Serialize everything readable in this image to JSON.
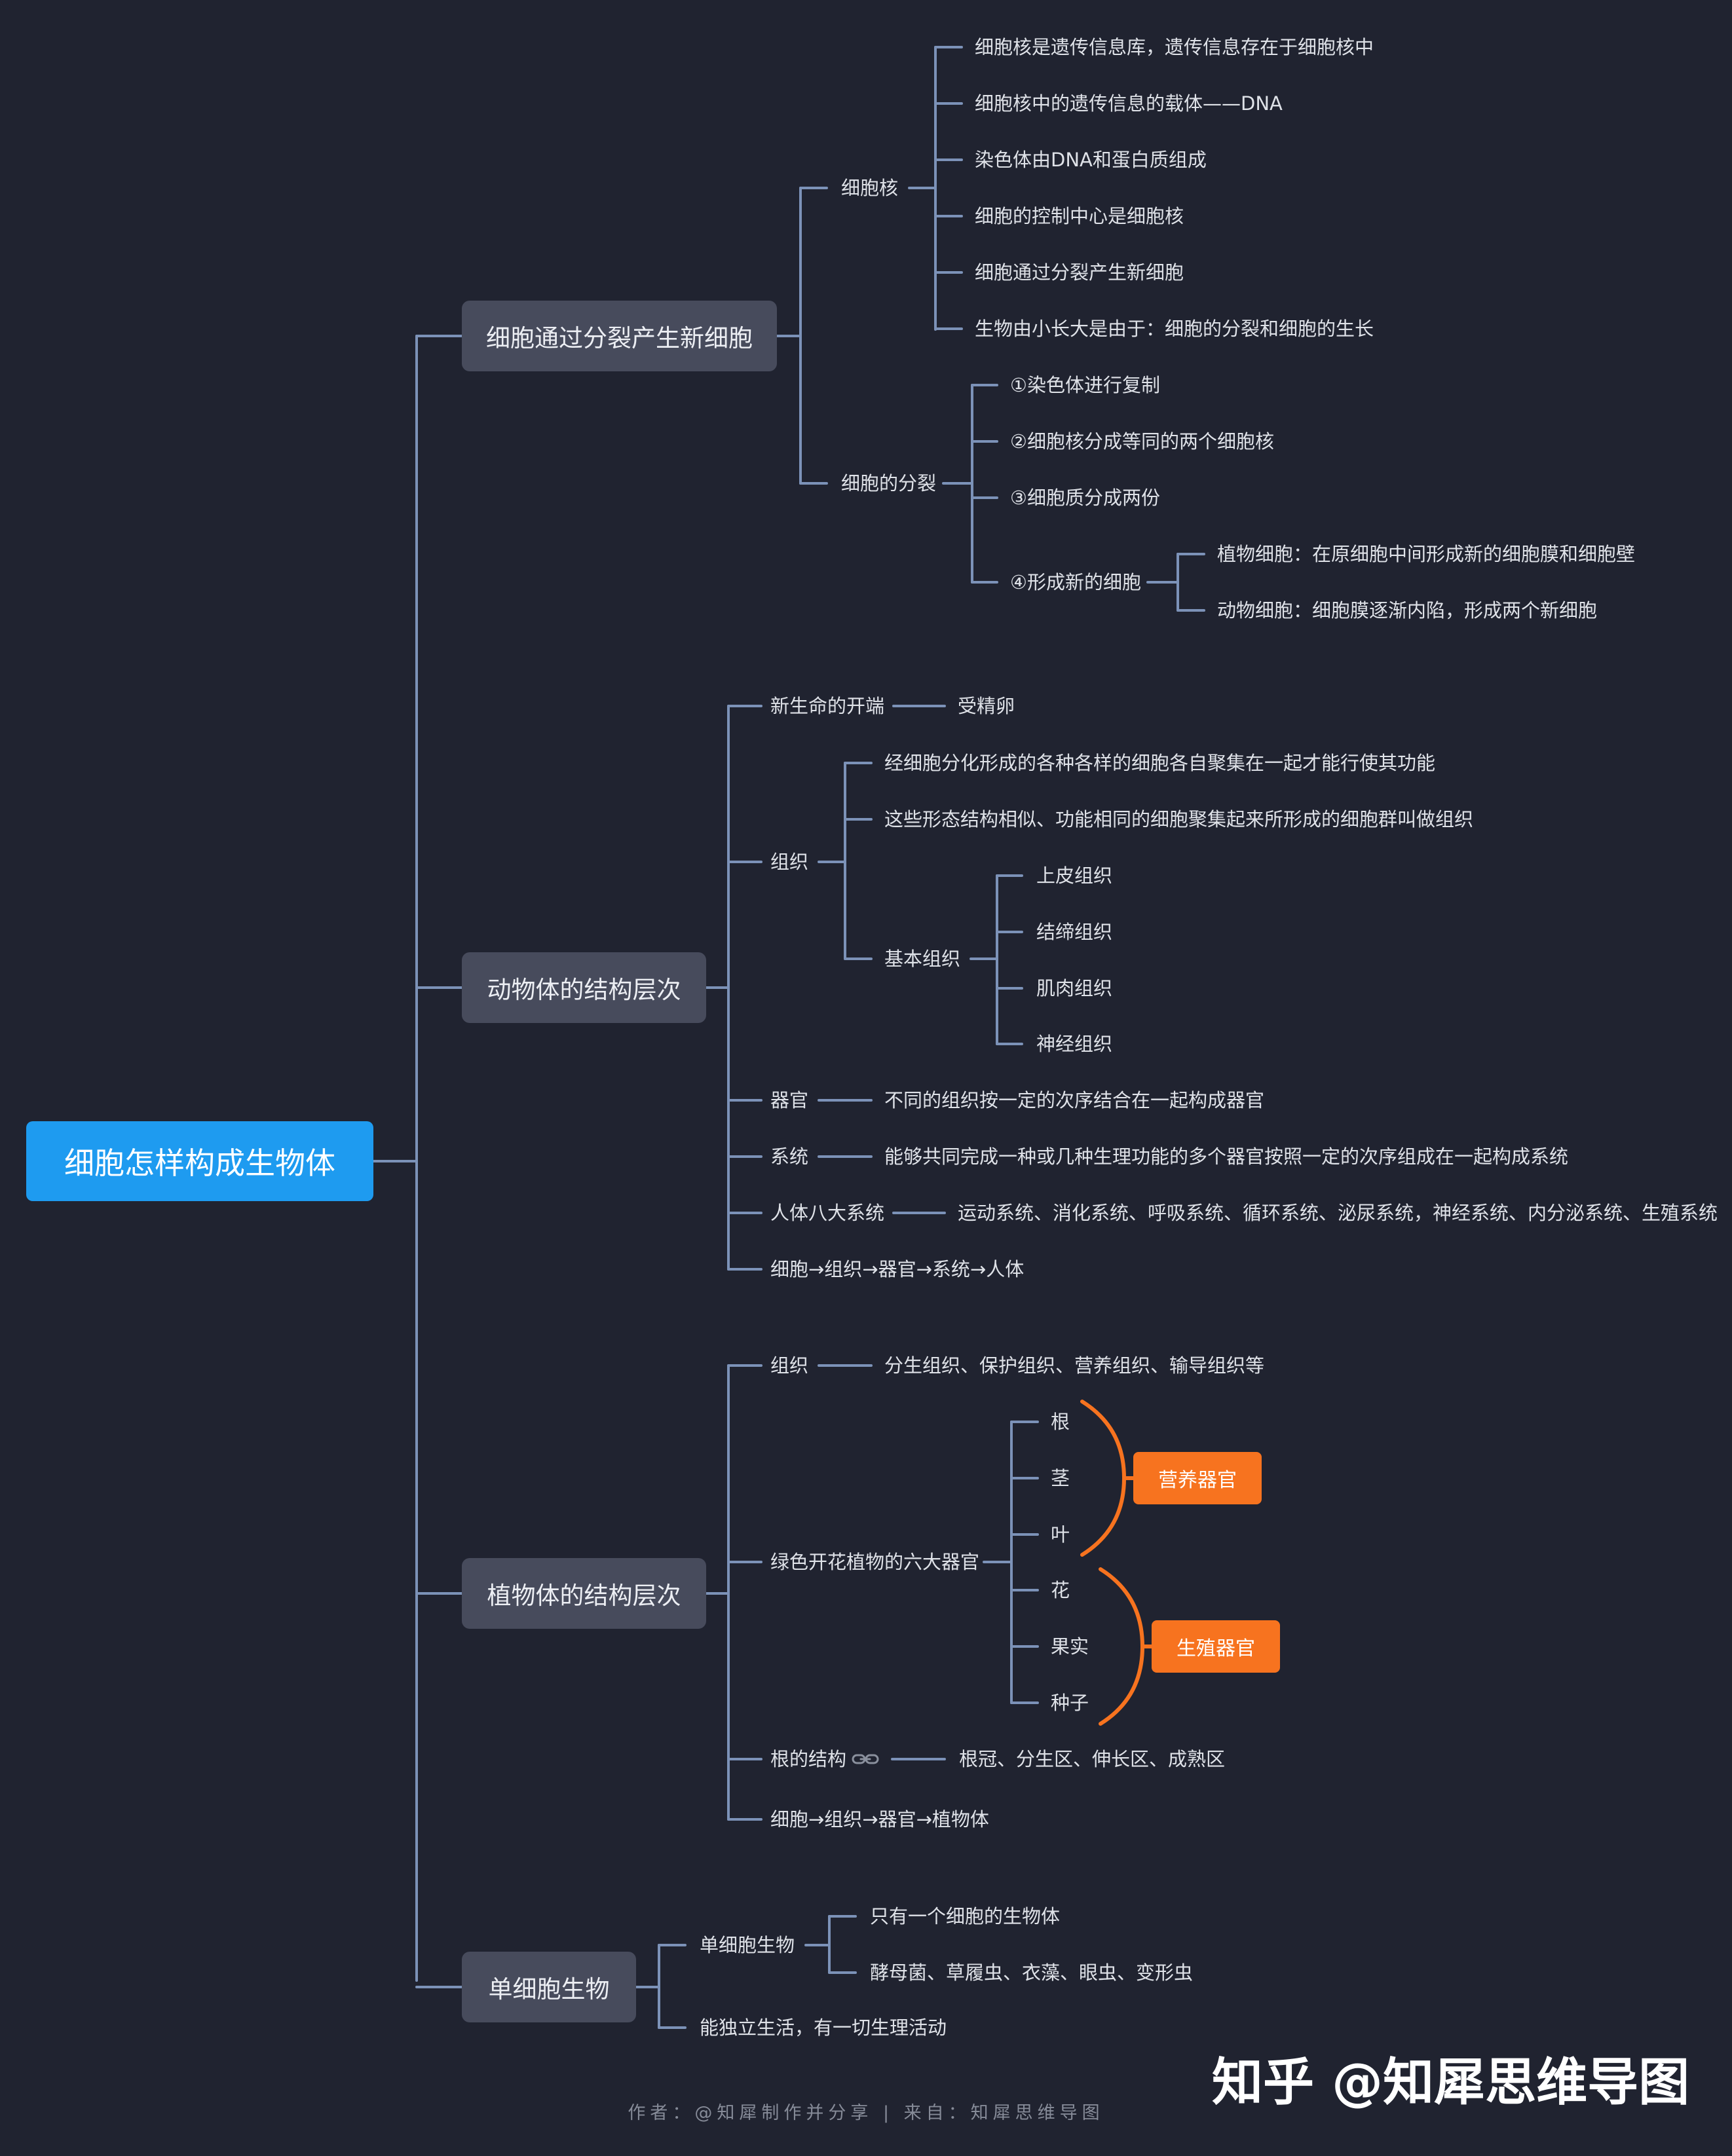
{
  "root": {
    "label": "细胞怎样构成生物体"
  },
  "colors": {
    "background": "#202330",
    "root": "#1e9bf0",
    "branch_box": "#474b5c",
    "line": "#7c92b8",
    "accent": "#f7731f"
  },
  "branches": [
    {
      "label": "细胞通过分裂产生新细胞",
      "children": [
        {
          "label": "细胞核",
          "children": [
            "细胞核是遗传信息库，遗传信息存在于细胞核中",
            "细胞核中的遗传信息的载体——DNA",
            "染色体由DNA和蛋白质组成",
            "细胞的控制中心是细胞核",
            "细胞通过分裂产生新细胞",
            "生物由小长大是由于：细胞的分裂和细胞的生长"
          ]
        },
        {
          "label": "细胞的分裂",
          "children": [
            "①染色体进行复制",
            "②细胞核分成等同的两个细胞核",
            "③细胞质分成两份",
            {
              "label": "④形成新的细胞",
              "children": [
                "植物细胞：在原细胞中间形成新的细胞膜和细胞壁",
                "动物细胞：细胞膜逐渐内陷，形成两个新细胞"
              ]
            }
          ]
        }
      ]
    },
    {
      "label": "动物体的结构层次",
      "children": [
        {
          "label": "新生命的开端",
          "value": "受精卵"
        },
        {
          "label": "组织",
          "children": [
            "经细胞分化形成的各种各样的细胞各自聚集在一起才能行使其功能",
            "这些形态结构相似、功能相同的细胞聚集起来所形成的细胞群叫做组织",
            {
              "label": "基本组织",
              "children": [
                "上皮组织",
                "结缔组织",
                "肌肉组织",
                "神经组织"
              ]
            }
          ]
        },
        {
          "label": "器官",
          "value": "不同的组织按一定的次序结合在一起构成器官"
        },
        {
          "label": "系统",
          "value": "能够共同完成一种或几种生理功能的多个器官按照一定的次序组成在一起构成系统"
        },
        {
          "label": "人体八大系统",
          "value": "运动系统、消化系统、呼吸系统、循环系统、泌尿系统，神经系统、内分泌系统、生殖系统"
        },
        {
          "label": "细胞→组织→器官→系统→人体"
        }
      ]
    },
    {
      "label": "植物体的结构层次",
      "children": [
        {
          "label": "组织",
          "value": "分生组织、保护组织、营养组织、输导组织等"
        },
        {
          "label": "绿色开花植物的六大器官",
          "children": [
            "根",
            "茎",
            "叶",
            "花",
            "果实",
            "种子"
          ],
          "groups": [
            {
              "label": "营养器官"
            },
            {
              "label": "生殖器官"
            }
          ]
        },
        {
          "label": "根的结构",
          "link_icon": "link-icon",
          "value": "根冠、分生区、伸长区、成熟区"
        },
        {
          "label": "细胞→组织→器官→植物体"
        }
      ]
    },
    {
      "label": "单细胞生物",
      "children": [
        {
          "label": "单细胞生物",
          "children": [
            "只有一个细胞的生物体",
            "酵母菌、草履虫、衣藻、眼虫、变形虫"
          ]
        },
        {
          "label": "能独立生活，有一切生理活动"
        }
      ]
    }
  ],
  "watermark": "知乎 @知犀思维导图",
  "footer": "作者：@知犀制作并分享 | 来自：知犀思维导图"
}
